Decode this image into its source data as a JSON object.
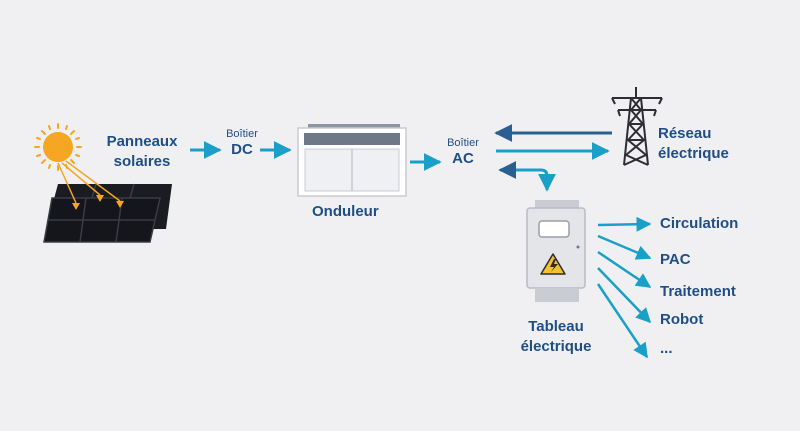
{
  "nodes": {
    "panels_line1": "Panneaux",
    "panels_line2": "solaires",
    "dc_small": "Boîtier",
    "dc_big": "DC",
    "inverter": "Onduleur",
    "ac_small": "Boîtier",
    "ac_big": "AC",
    "grid_line1": "Réseau",
    "grid_line2": "électrique",
    "panel_line1": "Tableau",
    "panel_line2": "électrique"
  },
  "outputs": [
    "Circulation",
    "PAC",
    "Traitement",
    "Robot",
    "..."
  ],
  "colors": {
    "text": "#1f4e86",
    "arrow": "#1aa0c8",
    "arrow_dark": "#2a5f92",
    "sun": "#f5a623",
    "panel": "#1b1c22",
    "warning": "#f2c230",
    "background": "#f0f0f2"
  },
  "icons": [
    "sun-icon",
    "solar-panel-icon",
    "inverter-icon",
    "pylon-icon",
    "electrical-cabinet-icon",
    "warning-icon"
  ]
}
